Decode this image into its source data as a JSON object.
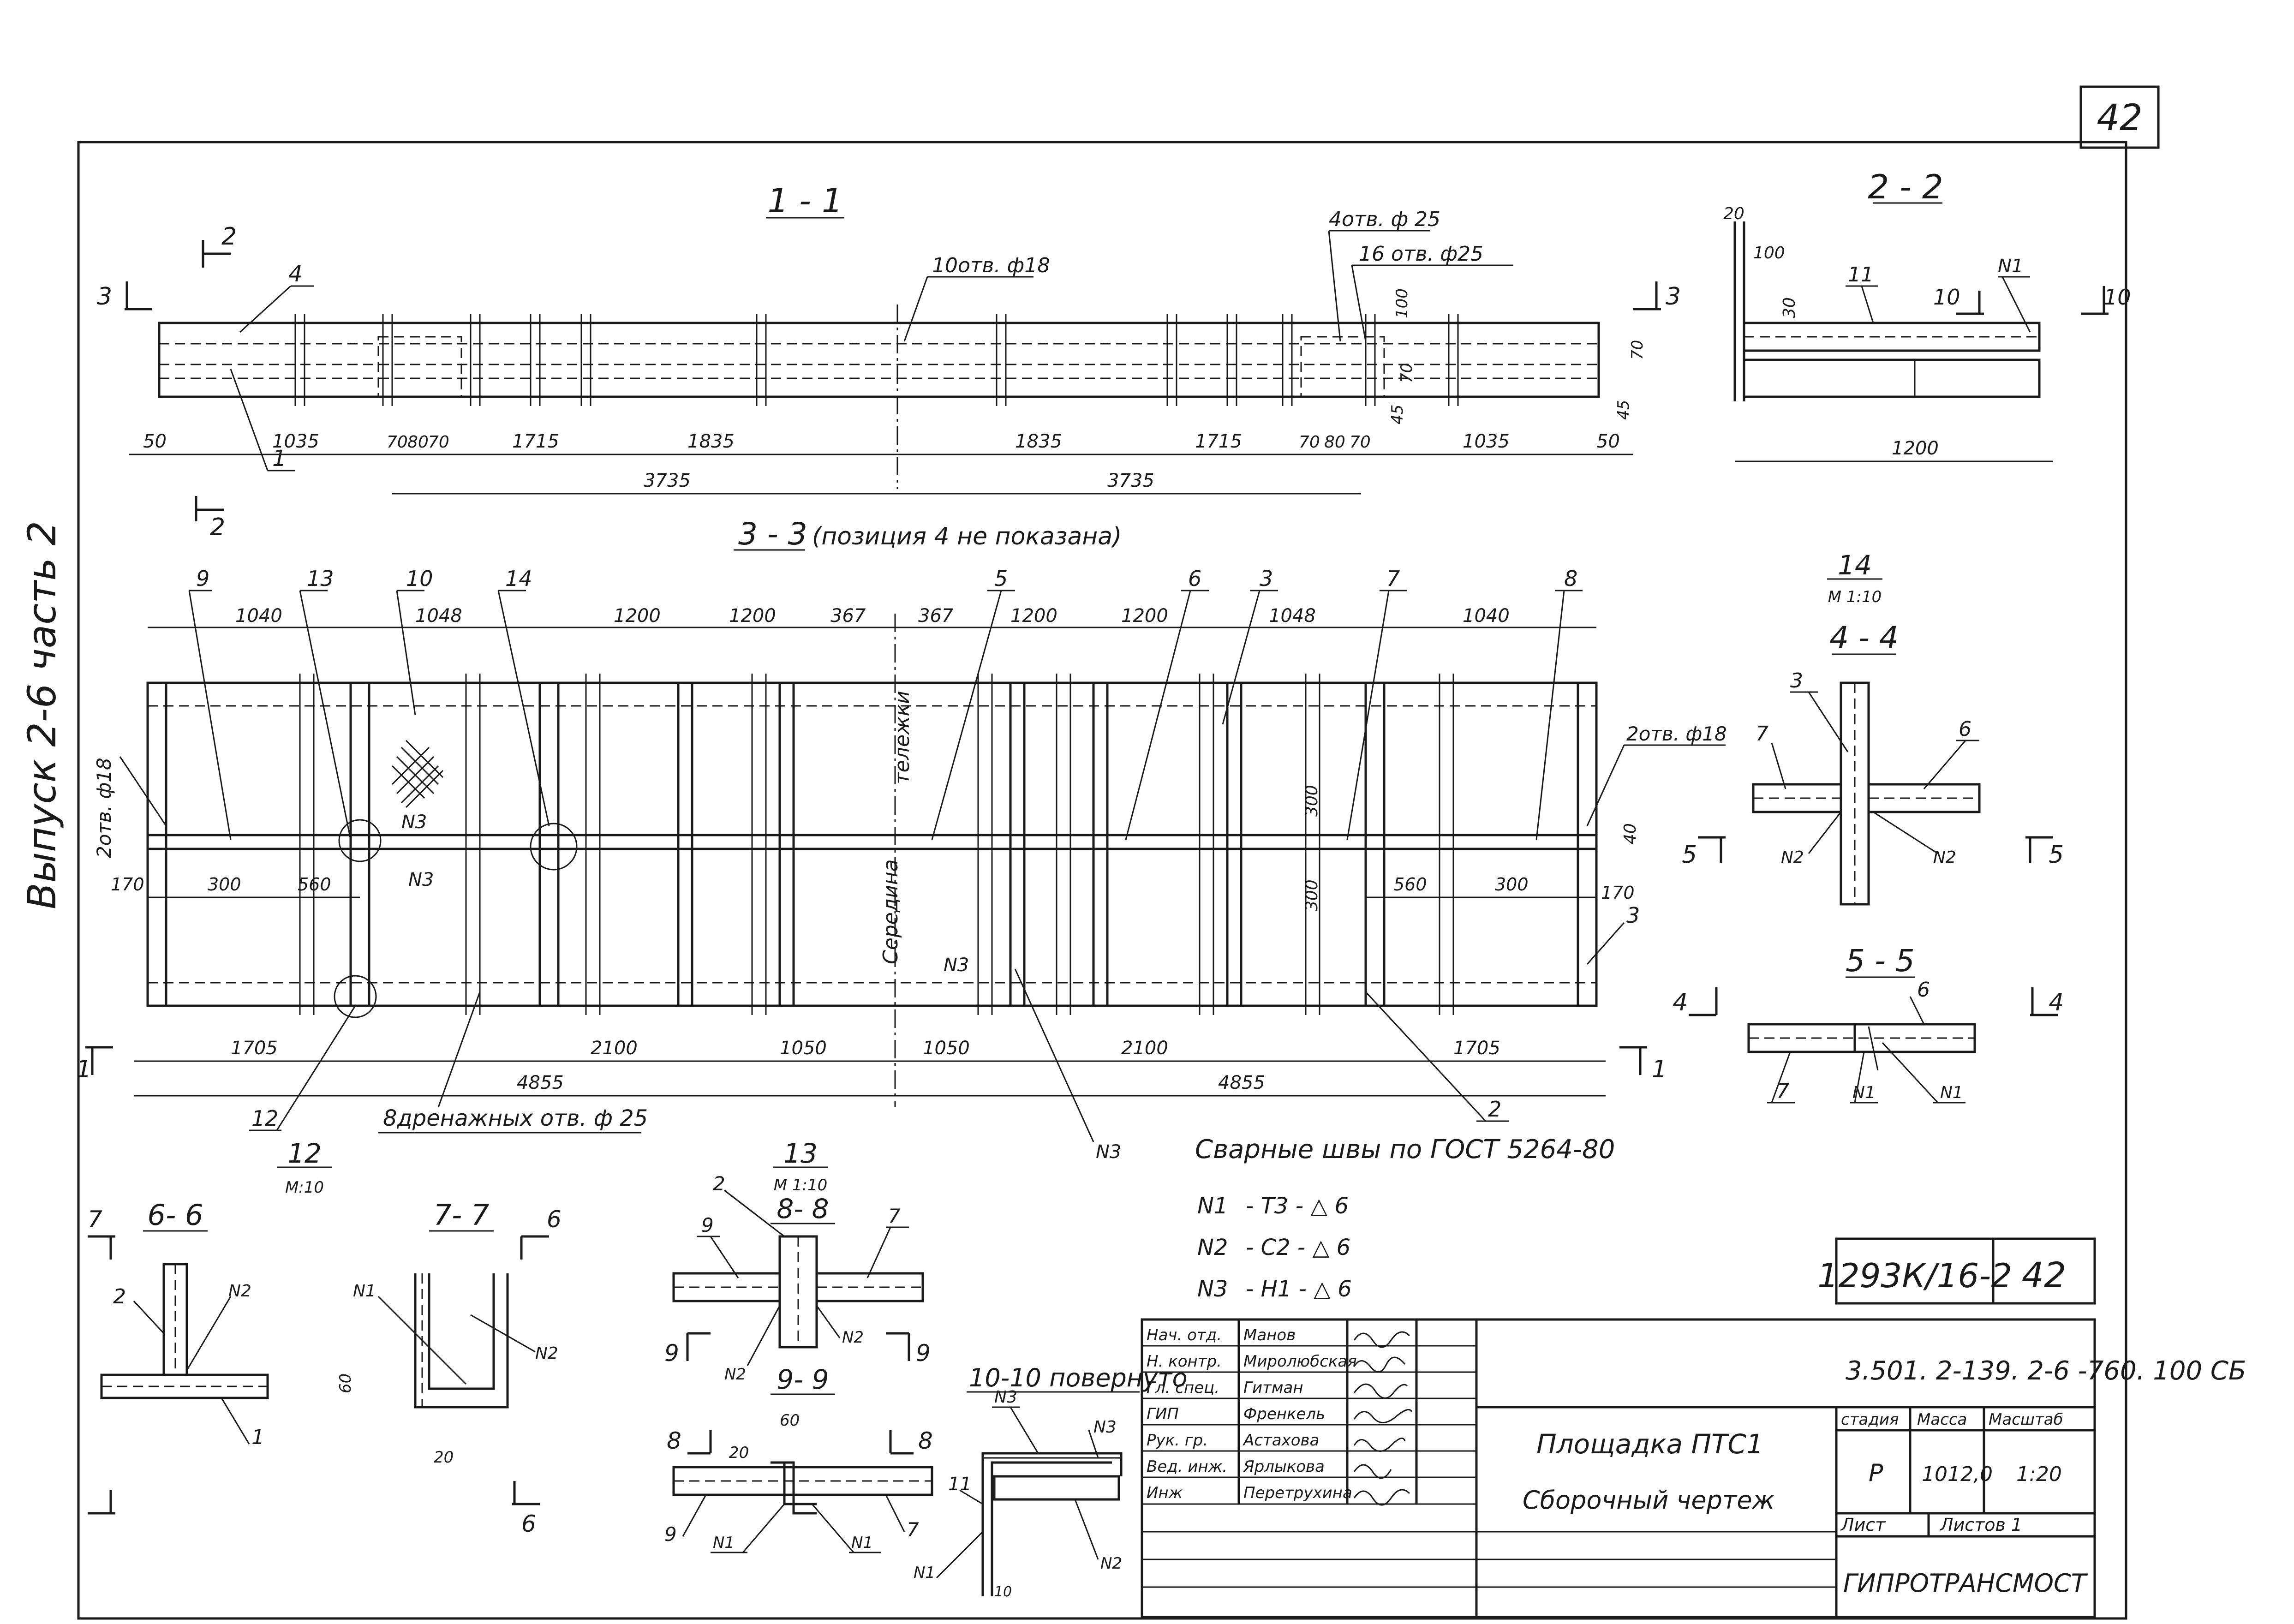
{
  "sheet": {
    "page_number": "42",
    "side_label": "Выпуск 2-6 часть 2"
  },
  "views": {
    "s11": {
      "title": "1 - 1",
      "annotations": [
        "4отв. ф 25",
        "16 отв. ф25",
        "10отв. ф18"
      ],
      "positions": [
        "4",
        "1"
      ],
      "cut_marks": [
        "2",
        "2",
        "3",
        "3"
      ],
      "dims": [
        "50",
        "1035",
        "70",
        "80",
        "70",
        "1715",
        "1835",
        "1835",
        "1715",
        "70",
        "80",
        "70",
        "1035",
        "50",
        "3735",
        "3735",
        "100",
        "70",
        "70",
        "45",
        "45"
      ]
    },
    "s22": {
      "title": "2 - 2",
      "positions": [
        "11",
        "N1"
      ],
      "cut_marks": [
        "10",
        "10"
      ],
      "dims": [
        "20",
        "100",
        "30",
        "1200"
      ]
    },
    "s33": {
      "title": "3 - 3",
      "subtitle": "(позиция 4 не показана)",
      "positions": [
        "9",
        "13",
        "10",
        "14",
        "5",
        "6",
        "3",
        "7",
        "8",
        "12",
        "2",
        "3"
      ],
      "weld_marks": [
        "N3",
        "N3",
        "N3",
        "N3"
      ],
      "annotations": [
        "2отв. ф18",
        "2отв. ф18",
        "Середина",
        "тележки",
        "8дренажных отв. ф 25"
      ],
      "cut_marks": [
        "1",
        "1",
        "5",
        "5"
      ],
      "top_dims": [
        "1040",
        "1048",
        "1200",
        "1200",
        "367",
        "367",
        "1200",
        "1200",
        "1048",
        "1040"
      ],
      "side_dims": [
        "170",
        "300",
        "560",
        "560",
        "300",
        "170",
        "300",
        "300",
        "40"
      ],
      "bottom_dims": [
        "1705",
        "2100",
        "1050",
        "1050",
        "2100",
        "1705",
        "4855",
        "4855"
      ]
    },
    "s14": {
      "title": "14",
      "scale": "М 1:10"
    },
    "s44": {
      "title": "4 - 4",
      "positions": [
        "3",
        "7",
        "6"
      ],
      "weld_marks": [
        "N2",
        "N2"
      ]
    },
    "s55": {
      "title": "5 - 5",
      "positions": [
        "6",
        "7",
        "N1",
        "N1"
      ],
      "cut_marks": [
        "4",
        "4"
      ]
    },
    "s12": {
      "title": "12",
      "scale": "М:10"
    },
    "s66": {
      "title": "6- 6",
      "positions": [
        "2",
        "N2",
        "1"
      ],
      "cut_marks": [
        "7",
        "6"
      ]
    },
    "s77": {
      "title": "7- 7",
      "positions": [
        "N1",
        "N2"
      ],
      "cut_marks": [
        "6"
      ],
      "dims": [
        "60",
        "20"
      ]
    },
    "s13": {
      "title": "13",
      "scale": "М 1:10"
    },
    "s88": {
      "title": "8- 8",
      "positions": [
        "2",
        "9",
        "7",
        "N2",
        "N2"
      ],
      "cut_marks": [
        "9",
        "9"
      ]
    },
    "s99": {
      "title": "9- 9",
      "positions": [
        "9",
        "7",
        "N1",
        "N1"
      ],
      "cut_marks": [
        "8",
        "8"
      ],
      "dims": [
        "60",
        "20"
      ]
    },
    "s1010": {
      "title": "10-10 повернуто",
      "positions": [
        "N3",
        "N3",
        "11",
        "N1",
        "N2"
      ],
      "dims": [
        "10"
      ]
    }
  },
  "welds": {
    "title": "Сварные швы по ГОСТ 5264-80",
    "rows": [
      {
        "code": "N1",
        "spec": "- Т3 - △ 6"
      },
      {
        "code": "N2",
        "spec": "- С2 - △ 6"
      },
      {
        "code": "N3",
        "spec": "- Н1 - △ 6"
      }
    ]
  },
  "title_block": {
    "doc_code": "1293К/16-2",
    "doc_sheet": "42",
    "designation": "3.501. 2-139. 2-6 -760. 100 СБ",
    "name_line1": "Площадка ПТС1",
    "name_line2": "Сборочный чертеж",
    "stage_label": "стадия",
    "mass_label": "Масса",
    "scale_label": "Масштаб",
    "stage": "Р",
    "mass": "1012,0",
    "scale": "1:20",
    "sheet_label": "Лист",
    "sheets_label": "Листов 1",
    "organization": "ГИПРОТРАНСМОСТ",
    "roles": [
      {
        "role": "Нач. отд.",
        "name": "Манов"
      },
      {
        "role": "Н. контр.",
        "name": "Миролюбская"
      },
      {
        "role": "Гл. спец.",
        "name": "Гитман"
      },
      {
        "role": "ГИП",
        "name": "Френкель"
      },
      {
        "role": "Рук. гр.",
        "name": "Астахова"
      },
      {
        "role": "Вед. инж.",
        "name": "Ярлыкова"
      },
      {
        "role": "Инж",
        "name": "Перетрухина"
      }
    ]
  }
}
